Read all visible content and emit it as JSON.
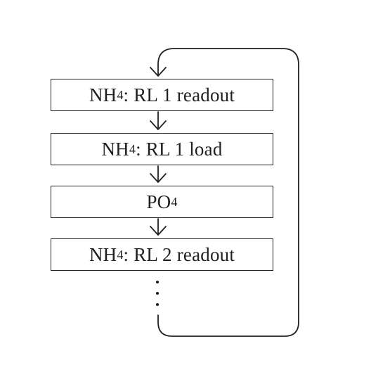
{
  "steps": [
    {
      "formula": "NH",
      "subscript": "4",
      "label": ": RL 1 readout"
    },
    {
      "formula": "NH",
      "subscript": "4",
      "label": ": RL 1 load"
    },
    {
      "formula": "PO",
      "subscript": "4",
      "label": ""
    },
    {
      "formula": "NH",
      "subscript": "4",
      "label": ": RL 2 readout"
    }
  ],
  "continuation": "⋮",
  "colors": {
    "stroke": "#231f20",
    "background": "#ffffff"
  }
}
